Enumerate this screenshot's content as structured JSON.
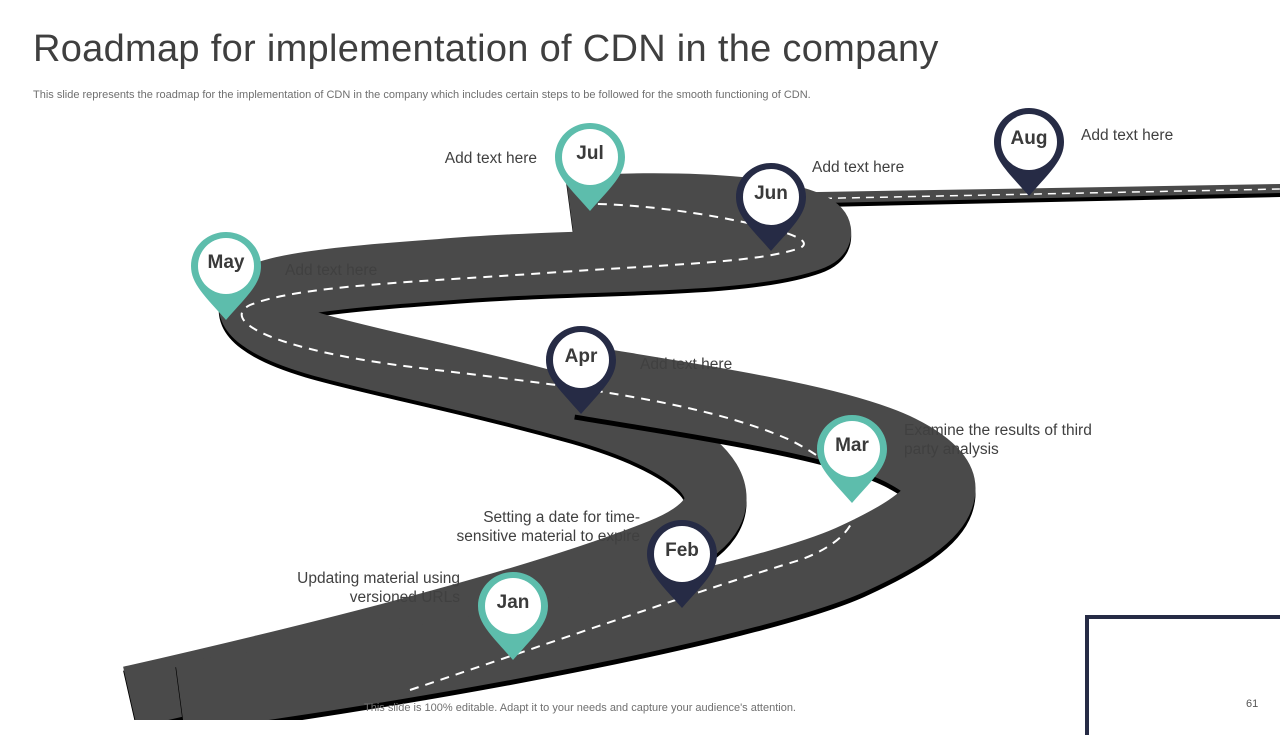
{
  "title": "Roadmap for implementation of CDN in the company",
  "subtitle": "This slide represents the roadmap for the implementation of CDN in the company which includes certain steps to be followed for the smooth functioning of CDN.",
  "colors": {
    "teal": "#5dbdac",
    "navy": "#262b45",
    "road": "#4a4a4a"
  },
  "milestones": [
    {
      "month": "Jan",
      "color": "teal",
      "text": "Updating material using versioned URLs"
    },
    {
      "month": "Feb",
      "color": "navy",
      "text": "Setting a date for time-sensitive material to expire"
    },
    {
      "month": "Mar",
      "color": "teal",
      "text": "Examine the results of third party analysis"
    },
    {
      "month": "Apr",
      "color": "navy",
      "text": "Add text here"
    },
    {
      "month": "May",
      "color": "teal",
      "text": "Add text here"
    },
    {
      "month": "Jun",
      "color": "navy",
      "text": "Add text here"
    },
    {
      "month": "Jul",
      "color": "teal",
      "text": "Add text here"
    },
    {
      "month": "Aug",
      "color": "navy",
      "text": "Add text here"
    }
  ],
  "footer": "This slide is 100% editable. Adapt it to your needs and capture your audience's attention.",
  "page_number": "61"
}
